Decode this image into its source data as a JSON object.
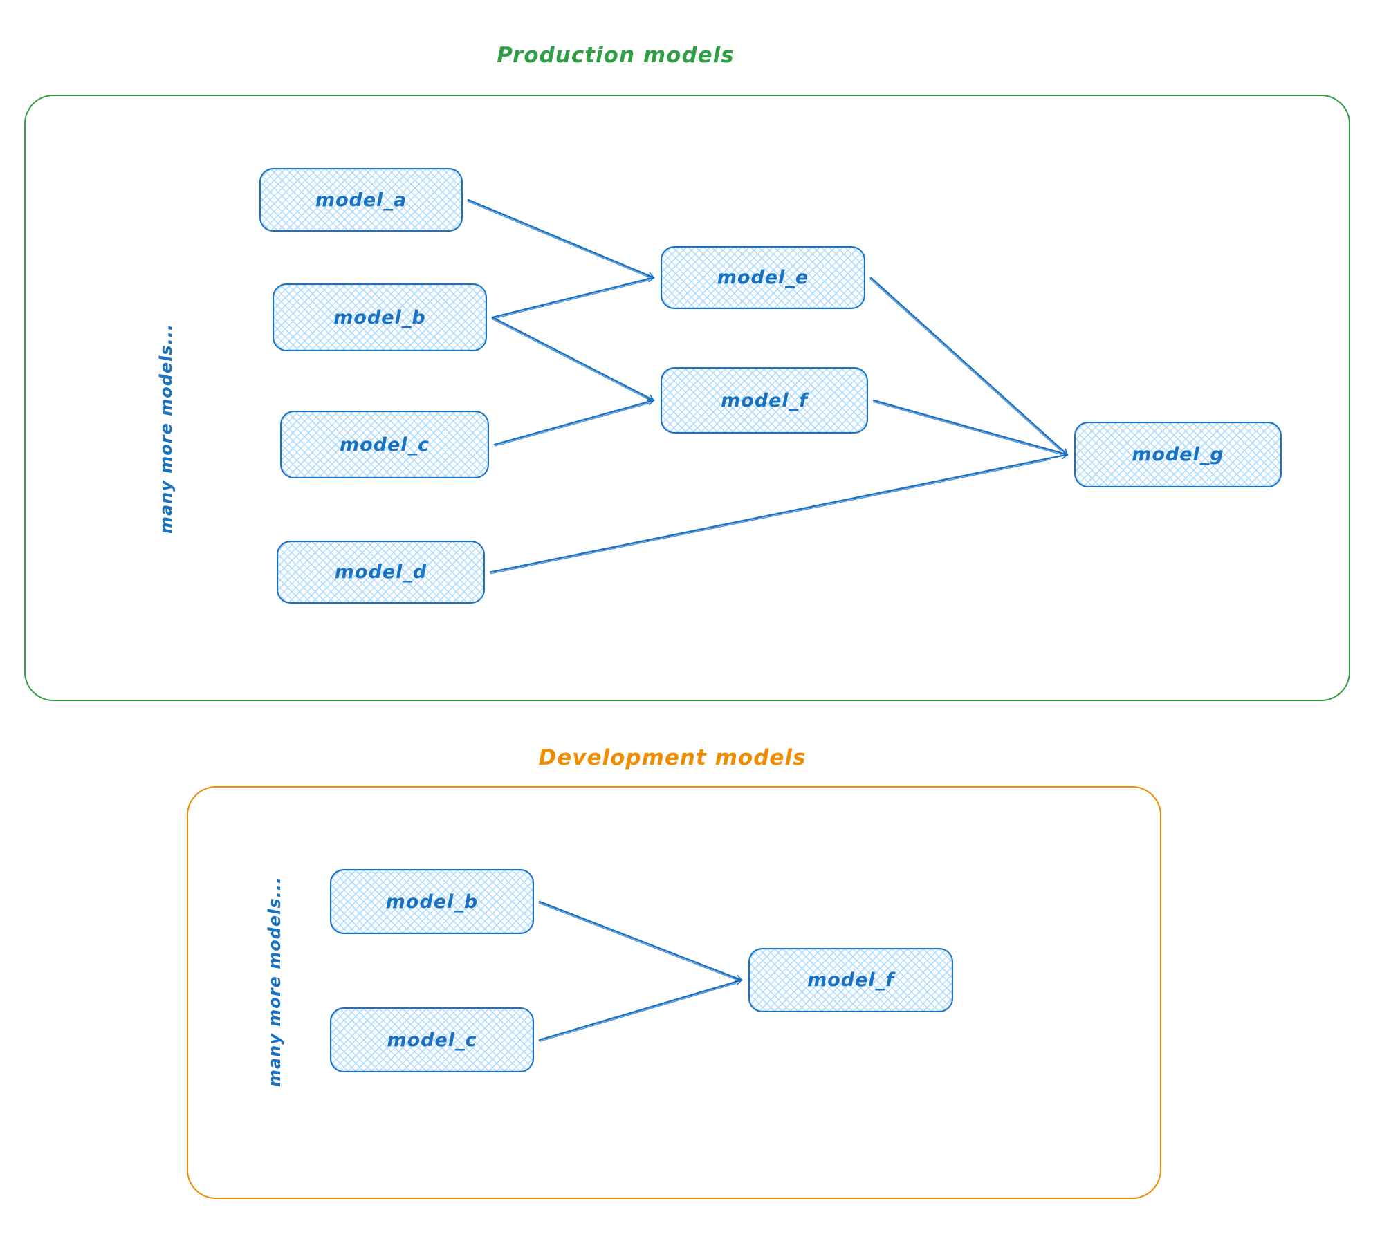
{
  "diagram": {
    "stroke_color": "#1971c2",
    "node_fill_color": "#a5d8ff",
    "sections": [
      {
        "title": "Production models",
        "accent": "#2f9e44",
        "side_label": "many more models...",
        "nodes": [
          {
            "id": "prod_model_a",
            "label": "model_a"
          },
          {
            "id": "prod_model_b",
            "label": "model_b"
          },
          {
            "id": "prod_model_c",
            "label": "model_c"
          },
          {
            "id": "prod_model_d",
            "label": "model_d"
          },
          {
            "id": "prod_model_e",
            "label": "model_e"
          },
          {
            "id": "prod_model_f",
            "label": "model_f"
          },
          {
            "id": "prod_model_g",
            "label": "model_g"
          }
        ],
        "edges": [
          {
            "from": "prod_model_a",
            "to": "prod_model_e"
          },
          {
            "from": "prod_model_b",
            "to": "prod_model_e"
          },
          {
            "from": "prod_model_b",
            "to": "prod_model_f"
          },
          {
            "from": "prod_model_c",
            "to": "prod_model_f"
          },
          {
            "from": "prod_model_e",
            "to": "prod_model_g"
          },
          {
            "from": "prod_model_f",
            "to": "prod_model_g"
          },
          {
            "from": "prod_model_d",
            "to": "prod_model_g"
          }
        ]
      },
      {
        "title": "Development models",
        "accent": "#f08c00",
        "side_label": "many more models...",
        "nodes": [
          {
            "id": "dev_model_b",
            "label": "model_b"
          },
          {
            "id": "dev_model_c",
            "label": "model_c"
          },
          {
            "id": "dev_model_f",
            "label": "model_f"
          }
        ],
        "edges": [
          {
            "from": "dev_model_b",
            "to": "dev_model_f"
          },
          {
            "from": "dev_model_c",
            "to": "dev_model_f"
          }
        ]
      }
    ]
  }
}
